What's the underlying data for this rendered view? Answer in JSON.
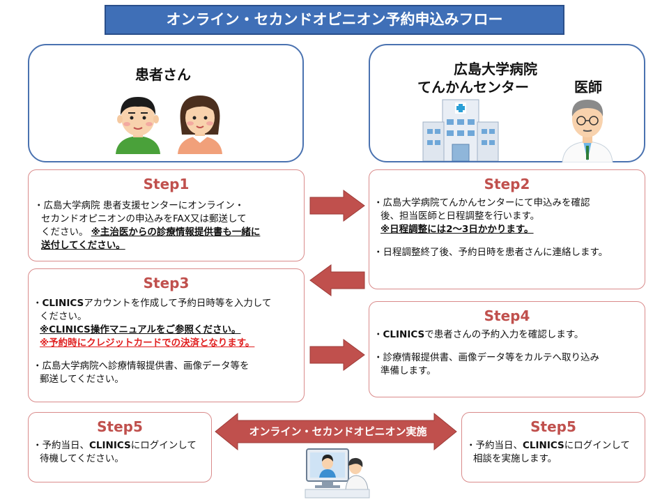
{
  "title": "オンライン・セカンドオピニオン予約申込みフロー",
  "patient": {
    "label": "患者さん"
  },
  "hospital": {
    "label_line1": "広島大学病院",
    "label_line2": "てんかんセンター",
    "doctor_label": "医師"
  },
  "steps": {
    "step1": {
      "title": "Step1",
      "line1": "・広島大学病院 患者支援センターにオンライン・",
      "line2": "セカンドオピニオンの申込みをFAX又は郵送して",
      "line3a": "ください。",
      "line3b": "※主治医からの診療情報提供書も一緒に",
      "line4": "送付してください。"
    },
    "step2": {
      "title": "Step2",
      "line1": "・広島大学病院てんかんセンターにて申込みを確認",
      "line2": "後、担当医師と日程調整を行います。",
      "line3": "※日程調整には2〜3日かかります。",
      "line4": "・日程調整終了後、予約日時を患者さんに連絡します。"
    },
    "step3": {
      "title": "Step3",
      "line1a": "・",
      "line1b": "CLINICS",
      "line1c": "アカウントを作成して予約日時等を入力して",
      "line2": "ください。",
      "line3": "※CLINICS操作マニュアルをご参照ください。",
      "line4": "※予約時にクレジットカードでの決済となります。",
      "line5": "・広島大学病院へ診療情報提供書、画像データ等を",
      "line6": "郵送してください。"
    },
    "step4": {
      "title": "Step4",
      "line1a": "・",
      "line1b": "CLINICS",
      "line1c": "で患者さんの予約入力を確認します。",
      "line2": "・診療情報提供書、画像データ等をカルテへ取り込み",
      "line3": "準備します。"
    },
    "step5_left": {
      "title": "Step5",
      "line1a": "・予約当日、",
      "line1b": "CLINICS",
      "line1c": "にログインして",
      "line2": "待機してください。"
    },
    "step5_right": {
      "title": "Step5",
      "line1a": "・予約当日、",
      "line1b": "CLINICS",
      "line1c": "にログインして",
      "line2": "相談を実施します。"
    }
  },
  "center_arrow": {
    "label": "オンライン・セカンドオピニオン実施"
  },
  "colors": {
    "banner": "#3f6fb7",
    "box_border": "#4a72b0",
    "step_title": "#c0504d",
    "arrow": "#c0504d",
    "warning_red": "#e02020"
  }
}
